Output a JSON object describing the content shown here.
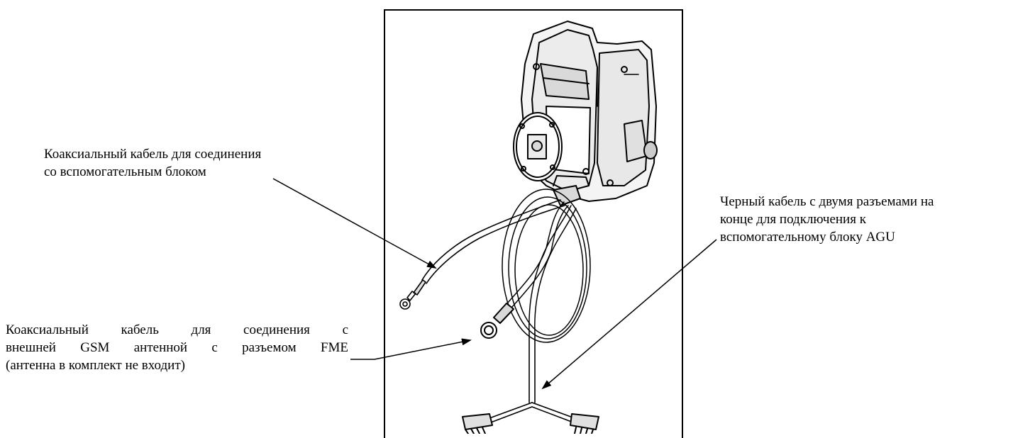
{
  "labels": {
    "coax_aux": {
      "lines": [
        "Коаксиальный кабель для соединения",
        "со вспомогательным блоком"
      ]
    },
    "coax_gsm": {
      "lines": [
        "Коаксиальный кабель для соединения с",
        "внешней GSM антенной с разъемом FME",
        "(антенна в комплект не входит)"
      ]
    },
    "black_cable": {
      "lines": [
        "Черный кабель с двумя разъемами на",
        "конце для подключения к",
        "вспомогательному блоку AGU"
      ]
    }
  },
  "colors": {
    "ink": "#000000",
    "device_fill": "#ffffff",
    "shade": "#d9d9d9"
  }
}
